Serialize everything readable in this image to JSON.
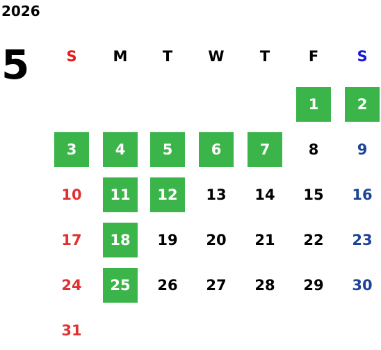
{
  "calendar": {
    "year": "2026",
    "month": "5",
    "weekdays": [
      "S",
      "M",
      "T",
      "W",
      "T",
      "F",
      "S"
    ],
    "colors": {
      "weekday_header": [
        "#e61919",
        "#000000",
        "#000000",
        "#000000",
        "#000000",
        "#000000",
        "#1a1ad6"
      ],
      "day_text": [
        "#e03030",
        "#000000",
        "#000000",
        "#000000",
        "#000000",
        "#000000",
        "#1e4396"
      ],
      "highlight_bg": "#3bb54a",
      "highlight_text": "#ffffff"
    },
    "weeks": [
      [
        null,
        null,
        null,
        null,
        null,
        {
          "day": "1",
          "highlight": true
        },
        {
          "day": "2",
          "highlight": true
        }
      ],
      [
        {
          "day": "3",
          "highlight": true
        },
        {
          "day": "4",
          "highlight": true
        },
        {
          "day": "5",
          "highlight": true
        },
        {
          "day": "6",
          "highlight": true
        },
        {
          "day": "7",
          "highlight": true
        },
        {
          "day": "8",
          "highlight": false
        },
        {
          "day": "9",
          "highlight": false
        }
      ],
      [
        {
          "day": "10",
          "highlight": false
        },
        {
          "day": "11",
          "highlight": true
        },
        {
          "day": "12",
          "highlight": true
        },
        {
          "day": "13",
          "highlight": false
        },
        {
          "day": "14",
          "highlight": false
        },
        {
          "day": "15",
          "highlight": false
        },
        {
          "day": "16",
          "highlight": false
        }
      ],
      [
        {
          "day": "17",
          "highlight": false
        },
        {
          "day": "18",
          "highlight": true
        },
        {
          "day": "19",
          "highlight": false
        },
        {
          "day": "20",
          "highlight": false
        },
        {
          "day": "21",
          "highlight": false
        },
        {
          "day": "22",
          "highlight": false
        },
        {
          "day": "23",
          "highlight": false
        }
      ],
      [
        {
          "day": "24",
          "highlight": false
        },
        {
          "day": "25",
          "highlight": true
        },
        {
          "day": "26",
          "highlight": false
        },
        {
          "day": "27",
          "highlight": false
        },
        {
          "day": "28",
          "highlight": false
        },
        {
          "day": "29",
          "highlight": false
        },
        {
          "day": "30",
          "highlight": false
        }
      ],
      [
        {
          "day": "31",
          "highlight": false
        },
        null,
        null,
        null,
        null,
        null,
        null
      ]
    ]
  }
}
